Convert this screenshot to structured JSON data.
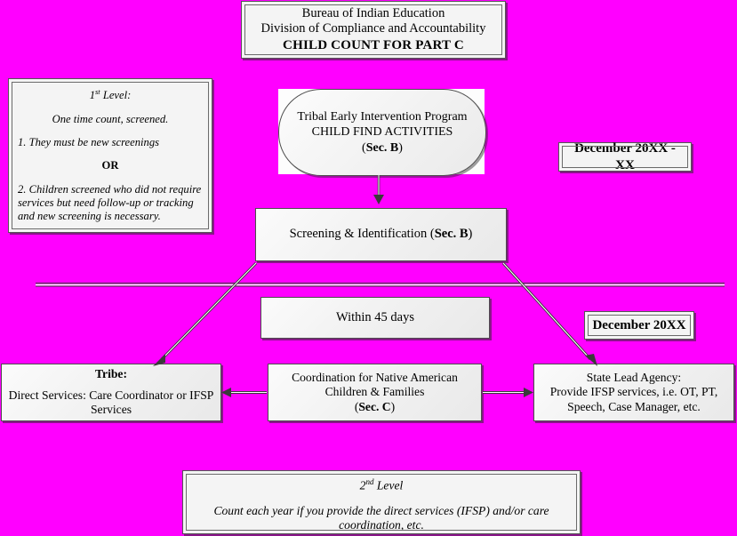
{
  "page": {
    "background_color": "#FF00FF",
    "box_fill_color": "#F2F2F2",
    "border_color": "#4D4D4D"
  },
  "title_box": {
    "line1": "Bureau of Indian Education",
    "line2": "Division of Compliance and Accountability",
    "line3": "CHILD COUNT FOR PART C"
  },
  "level1_box": {
    "heading_prefix": "1",
    "heading_sup": "st",
    "heading_suffix": " Level:",
    "subtitle": "One time count, screened.",
    "item1": "1.  They must be new screenings",
    "or": "OR",
    "item2": "2.  Children screened who did not require services but need follow-up or tracking and new screening is necessary."
  },
  "oval_box": {
    "line1": "Tribal Early Intervention Program",
    "line2": "CHILD FIND ACTIVITIES",
    "sec_open": "(",
    "sec_label": "Sec. B",
    "sec_close": ")"
  },
  "date_box_1": {
    "label": "December 20XX - XX"
  },
  "screening_box": {
    "text_before": "Screening & Identification (",
    "sec_label": "Sec. B",
    "text_after": ")"
  },
  "within_45_days_box": {
    "label": "Within 45 days"
  },
  "date_box_2": {
    "label": "December 20XX"
  },
  "tribe_box": {
    "heading": "Tribe:",
    "body": "Direct Services:  Care Coordinator or IFSP Services"
  },
  "coordination_box": {
    "line1": "Coordination for Native American",
    "line2": "Children & Families",
    "sec_open": "(",
    "sec_label": "Sec. C",
    "sec_close": ")"
  },
  "state_lead_agency_box": {
    "line1": "State Lead Agency:",
    "line2": "Provide IFSP services, i.e. OT, PT,",
    "line3": "Speech, Case Manager, etc."
  },
  "level2_box": {
    "heading_prefix": "2",
    "heading_sup": "nd",
    "heading_suffix": " Level",
    "body": "Count each year if you provide the direct services (IFSP) and/or care coordination, etc."
  },
  "connectors": {
    "oval_to_screening": "arrow-down",
    "screening_to_tribe": "arrow-diagonal-down-left",
    "screening_to_state": "arrow-diagonal-down-right",
    "coordination_to_tribe": "arrow-left",
    "coordination_to_state": "arrow-right",
    "timeline_rule": "horizontal-divider"
  }
}
